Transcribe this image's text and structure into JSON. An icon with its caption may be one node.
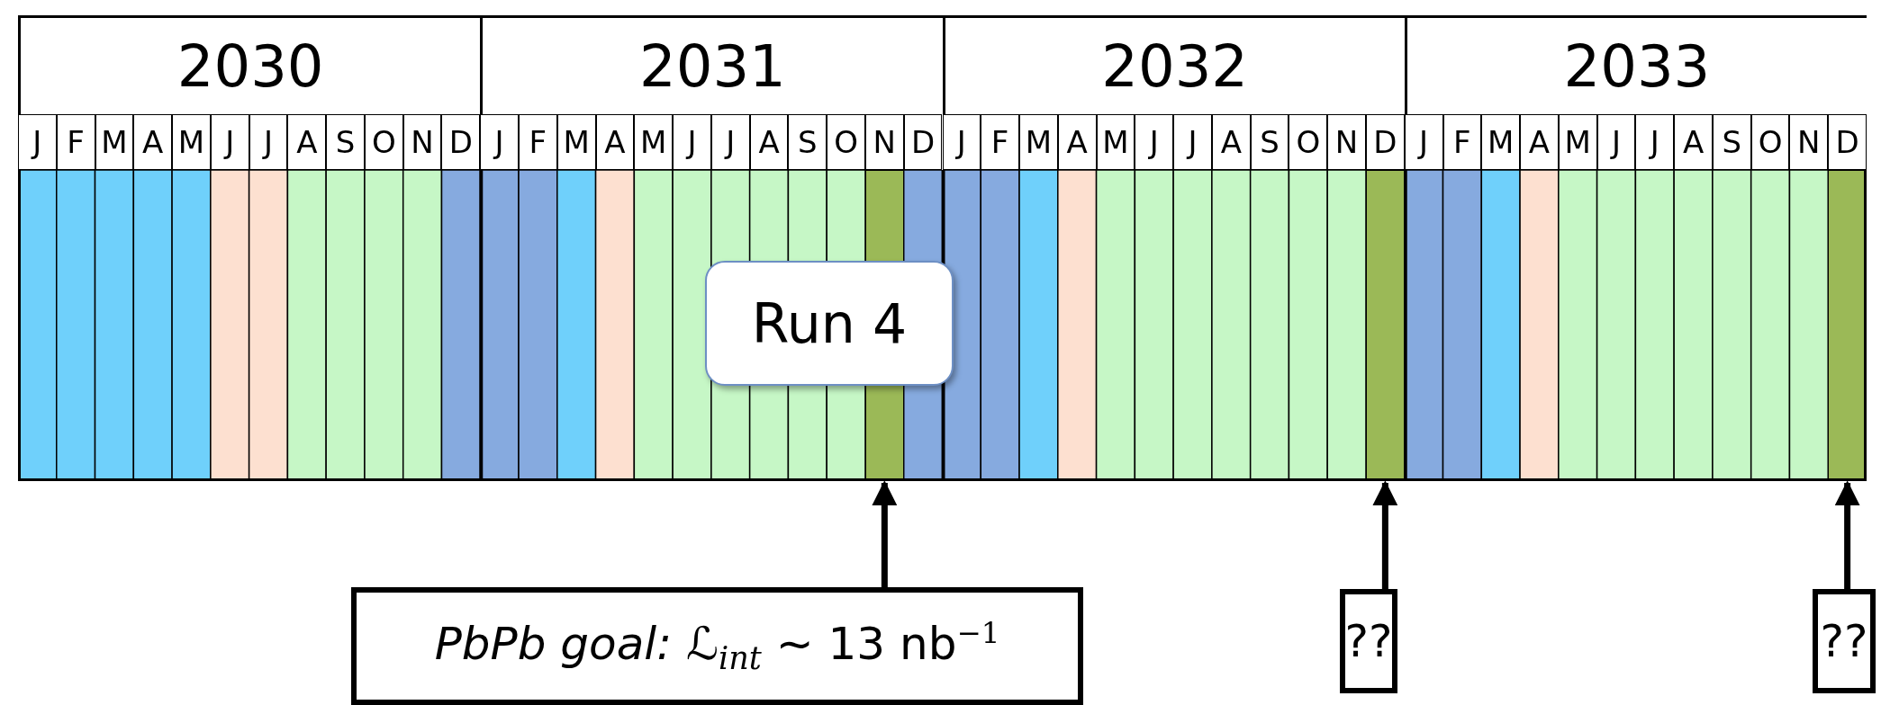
{
  "diagram": {
    "nodes": [
      {
        "text": [
          "Run 4"
        ]
      },
      {
        "text": [],
        "shape": "bar"
      },
      {
        "text": [],
        "shape": "bar"
      },
      {
        "text": [],
        "shape": "bar"
      },
      {
        "text": [
          "*PbPb goal:* ℒ$_{int}$ ∼ 13 nb$^{−1}$"
        ]
      },
      {
        "text": [
          "??"
        ]
      },
      {
        "text": [
          "??"
        ]
      }
    ],
    "edges": [
      {
        "from": 4,
        "to": 1,
        "arrow": "to"
      },
      {
        "from": 5,
        "to": 2,
        "arrow": "to"
      },
      {
        "from": 6,
        "to": 3,
        "arrow": "to"
      }
    ],
    "labels": [
      "2030",
      "2031",
      "2032",
      "2033",
      "J",
      "F",
      "M",
      "A",
      "M",
      "J",
      "J",
      "A",
      "S",
      "O",
      "N",
      "D",
      "J",
      "F",
      "M",
      "A",
      "M",
      "J",
      "J",
      "A",
      "S",
      "O",
      "N",
      "D",
      "J",
      "F",
      "M",
      "A",
      "M",
      "J",
      "J",
      "A",
      "S",
      "O",
      "N",
      "D",
      "J",
      "F",
      "M",
      "A",
      "M",
      "J",
      "J",
      "A",
      "S",
      "O",
      "N",
      "D"
    ]
  }
}
